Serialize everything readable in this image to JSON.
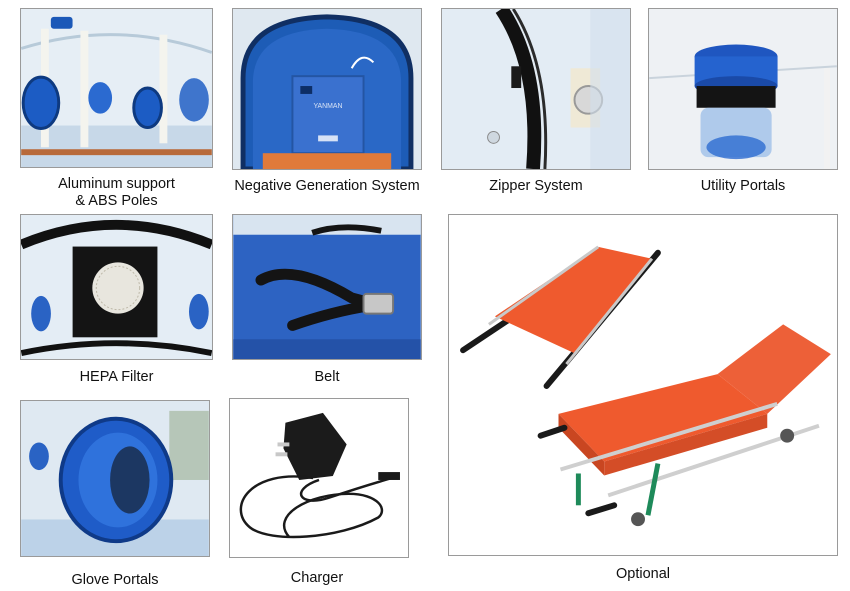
{
  "products": [
    {
      "caption": "Aluminum support\n& ABS Poles",
      "image": "isolation-pod-frame-photo"
    },
    {
      "caption": "Negative Generation System",
      "image": "negative-pressure-unit-photo",
      "device_label": "YANMAN"
    },
    {
      "caption": "Zipper System",
      "image": "zipper-photo"
    },
    {
      "caption": "Utility Portals",
      "image": "utility-portal-photo"
    },
    {
      "caption": "HEPA Filter",
      "image": "hepa-filter-photo"
    },
    {
      "caption": "Belt",
      "image": "belt-photo"
    },
    {
      "caption": "Glove Portals",
      "image": "glove-portal-photo"
    },
    {
      "caption": "Charger",
      "image": "charger-photo"
    },
    {
      "caption": "Optional",
      "image": "stretcher-photo"
    }
  ]
}
